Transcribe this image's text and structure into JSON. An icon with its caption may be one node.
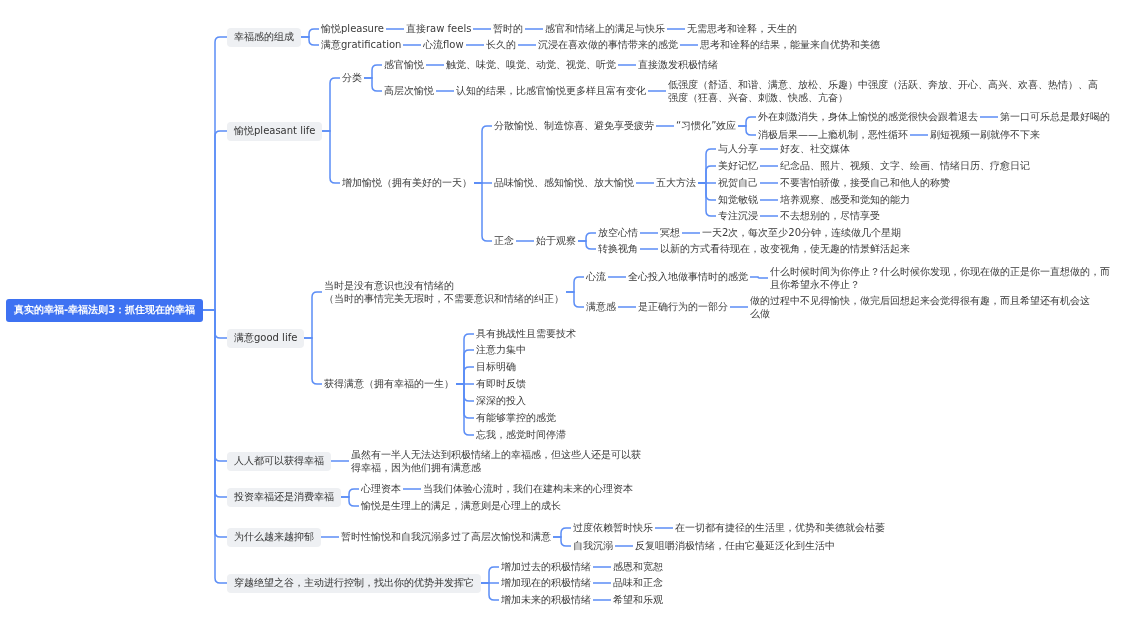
{
  "diagram": {
    "nodes": [
      {
        "text": [
          "真实的幸福-幸福法则3：抓住现在的幸福"
        ]
      },
      {
        "text": [
          "幸福感的组成"
        ]
      },
      {
        "text": [
          "愉悦pleasure"
        ]
      },
      {
        "text": [
          "直接raw feels"
        ]
      },
      {
        "text": [
          "暂时的"
        ]
      },
      {
        "text": [
          "感官和情绪上的满足与快乐"
        ]
      },
      {
        "text": [
          "无需思考和诠释，天生的"
        ]
      },
      {
        "text": [
          "满意gratification"
        ]
      },
      {
        "text": [
          "心流flow"
        ]
      },
      {
        "text": [
          "长久的"
        ]
      },
      {
        "text": [
          "沉浸在喜欢做的事情带来的感觉"
        ]
      },
      {
        "text": [
          "思考和诠释的结果，能量来自优势和美德"
        ]
      },
      {
        "text": [
          "愉悦pleasant life"
        ]
      },
      {
        "text": [
          "分类"
        ]
      },
      {
        "text": [
          "感官愉悦"
        ]
      },
      {
        "text": [
          "触觉、味觉、嗅觉、动觉、视觉、听觉"
        ]
      },
      {
        "text": [
          "直接激发积极情绪"
        ]
      },
      {
        "text": [
          "高层次愉悦"
        ]
      },
      {
        "text": [
          "认知的结果，比感官愉悦更多样且富有变化"
        ]
      },
      {
        "text": [
          "低强度（舒适、和谐、满意、放松、乐趣）中强度（活跃、奔放、开心、高兴、欢喜、热情）、高强度（狂喜、兴奋、刺激、快感、亢奋）"
        ]
      },
      {
        "text": [
          "增加愉悦（拥有美好的一天）"
        ]
      },
      {
        "text": [
          "分散愉悦、制造惊喜、避免享受疲劳"
        ]
      },
      {
        "text": [
          "“习惯化”效应"
        ]
      },
      {
        "text": [
          "外在刺激消失，身体上愉悦的感觉很快会跟着退去"
        ]
      },
      {
        "text": [
          "第一口可乐总是最好喝的"
        ]
      },
      {
        "text": [
          "消极后果——上瘾机制，恶性循环"
        ]
      },
      {
        "text": [
          "刷短视频一刷就停不下来"
        ]
      },
      {
        "text": [
          "品味愉悦、感知愉悦、放大愉悦"
        ]
      },
      {
        "text": [
          "五大方法"
        ]
      },
      {
        "text": [
          "与人分享"
        ]
      },
      {
        "text": [
          "好友、社交媒体"
        ]
      },
      {
        "text": [
          "美好记忆"
        ]
      },
      {
        "text": [
          "纪念品、照片、视频、文字、绘画、情绪日历、疗愈日记"
        ]
      },
      {
        "text": [
          "祝贺自己"
        ]
      },
      {
        "text": [
          "不要害怕骄傲，接受自己和他人的称赞"
        ]
      },
      {
        "text": [
          "知觉敏锐"
        ]
      },
      {
        "text": [
          "培养观察、感受和觉知的能力"
        ]
      },
      {
        "text": [
          "专注沉浸"
        ]
      },
      {
        "text": [
          "不去想别的，尽情享受"
        ]
      },
      {
        "text": [
          "正念"
        ]
      },
      {
        "text": [
          "始于观察"
        ]
      },
      {
        "text": [
          "放空心情"
        ]
      },
      {
        "text": [
          "冥想"
        ]
      },
      {
        "text": [
          "一天2次，每次至少20分钟，连续做几个星期"
        ]
      },
      {
        "text": [
          "转换视角"
        ]
      },
      {
        "text": [
          "以新的方式看待现在，改变视角，使无趣的情景鲜活起来"
        ]
      },
      {
        "text": [
          "满意good life"
        ]
      },
      {
        "text": [
          "当时是没有意识也没有情绪的",
          "（当时的事情完美无瑕时，不需要意识和情绪的纠正）"
        ]
      },
      {
        "text": [
          "心流"
        ]
      },
      {
        "text": [
          "全心投入地做事情时的感觉"
        ]
      },
      {
        "text": [
          "什么时候时间为你停止？什么时候你发现，你现在做的正是你一直想做的，而且你希望永不停止？"
        ]
      },
      {
        "text": [
          "满意感"
        ]
      },
      {
        "text": [
          "是正确行为的一部分"
        ]
      },
      {
        "text": [
          "做的过程中不见得愉快，做完后回想起来会觉得很有趣，而且希望还有机会这么做"
        ]
      },
      {
        "text": [
          "获得满意（拥有幸福的一生）"
        ]
      },
      {
        "text": [
          "具有挑战性且需要技术"
        ]
      },
      {
        "text": [
          "注意力集中"
        ]
      },
      {
        "text": [
          "目标明确"
        ]
      },
      {
        "text": [
          "有即时反馈"
        ]
      },
      {
        "text": [
          "深深的投入"
        ]
      },
      {
        "text": [
          "有能够掌控的感觉"
        ]
      },
      {
        "text": [
          "忘我，感觉时间停滞"
        ]
      },
      {
        "text": [
          "人人都可以获得幸福"
        ]
      },
      {
        "text": [
          "虽然有一半人无法达到积极情绪上的幸福感，但这些人还是可以获得幸福，因为他们拥有满意感"
        ]
      },
      {
        "text": [
          "投资幸福还是消费幸福"
        ]
      },
      {
        "text": [
          "心理资本"
        ]
      },
      {
        "text": [
          "当我们体验心流时，我们在建构未来的心理资本"
        ]
      },
      {
        "text": [
          "愉悦是生理上的满足，满意则是心理上的成长"
        ]
      },
      {
        "text": [
          "为什么越来越抑郁"
        ]
      },
      {
        "text": [
          "暂时性愉悦和自我沉溺多过了高层次愉悦和满意"
        ]
      },
      {
        "text": [
          "过度依赖暂时快乐"
        ]
      },
      {
        "text": [
          "在一切都有捷径的生活里，优势和美德就会枯萎"
        ]
      },
      {
        "text": [
          "自我沉溺"
        ]
      },
      {
        "text": [
          "反复咀嚼消极情绪，任由它蔓延泛化到生活中"
        ]
      },
      {
        "text": [
          "穿越绝望之谷，主动进行控制，找出你的优势并发挥它"
        ]
      },
      {
        "text": [
          "增加过去的积极情绪"
        ]
      },
      {
        "text": [
          "感恩和宽恕"
        ]
      },
      {
        "text": [
          "增加现在的积极情绪"
        ]
      },
      {
        "text": [
          "品味和正念"
        ]
      },
      {
        "text": [
          "增加未来的积极情绪"
        ]
      },
      {
        "text": [
          "希望和乐观"
        ]
      }
    ],
    "edges": [
      {
        "from": 0,
        "to": 1,
        "arrow": "none"
      },
      {
        "from": 0,
        "to": 12,
        "arrow": "none"
      },
      {
        "from": 0,
        "to": 46,
        "arrow": "none"
      },
      {
        "from": 0,
        "to": 62,
        "arrow": "none"
      },
      {
        "from": 0,
        "to": 64,
        "arrow": "none"
      },
      {
        "from": 0,
        "to": 68,
        "arrow": "none"
      },
      {
        "from": 0,
        "to": 74,
        "arrow": "none"
      },
      {
        "from": 1,
        "to": 2,
        "arrow": "none"
      },
      {
        "from": 2,
        "to": 3,
        "arrow": "none"
      },
      {
        "from": 3,
        "to": 4,
        "arrow": "none"
      },
      {
        "from": 4,
        "to": 5,
        "arrow": "none"
      },
      {
        "from": 5,
        "to": 6,
        "arrow": "none"
      },
      {
        "from": 1,
        "to": 7,
        "arrow": "none"
      },
      {
        "from": 7,
        "to": 8,
        "arrow": "none"
      },
      {
        "from": 8,
        "to": 9,
        "arrow": "none"
      },
      {
        "from": 9,
        "to": 10,
        "arrow": "none"
      },
      {
        "from": 10,
        "to": 11,
        "arrow": "none"
      },
      {
        "from": 12,
        "to": 13,
        "arrow": "none"
      },
      {
        "from": 13,
        "to": 14,
        "arrow": "none"
      },
      {
        "from": 14,
        "to": 15,
        "arrow": "none"
      },
      {
        "from": 15,
        "to": 16,
        "arrow": "none"
      },
      {
        "from": 13,
        "to": 17,
        "arrow": "none"
      },
      {
        "from": 17,
        "to": 18,
        "arrow": "none"
      },
      {
        "from": 18,
        "to": 19,
        "arrow": "none"
      },
      {
        "from": 12,
        "to": 20,
        "arrow": "none"
      },
      {
        "from": 20,
        "to": 21,
        "arrow": "none"
      },
      {
        "from": 21,
        "to": 22,
        "arrow": "none"
      },
      {
        "from": 22,
        "to": 23,
        "arrow": "none"
      },
      {
        "from": 23,
        "to": 24,
        "arrow": "none"
      },
      {
        "from": 22,
        "to": 25,
        "arrow": "none"
      },
      {
        "from": 25,
        "to": 26,
        "arrow": "none"
      },
      {
        "from": 20,
        "to": 27,
        "arrow": "none"
      },
      {
        "from": 27,
        "to": 28,
        "arrow": "none"
      },
      {
        "from": 28,
        "to": 29,
        "arrow": "none"
      },
      {
        "from": 29,
        "to": 30,
        "arrow": "none"
      },
      {
        "from": 28,
        "to": 31,
        "arrow": "none"
      },
      {
        "from": 31,
        "to": 32,
        "arrow": "none"
      },
      {
        "from": 28,
        "to": 33,
        "arrow": "none"
      },
      {
        "from": 33,
        "to": 34,
        "arrow": "none"
      },
      {
        "from": 28,
        "to": 35,
        "arrow": "none"
      },
      {
        "from": 35,
        "to": 36,
        "arrow": "none"
      },
      {
        "from": 28,
        "to": 37,
        "arrow": "none"
      },
      {
        "from": 37,
        "to": 38,
        "arrow": "none"
      },
      {
        "from": 20,
        "to": 39,
        "arrow": "none"
      },
      {
        "from": 39,
        "to": 40,
        "arrow": "none"
      },
      {
        "from": 40,
        "to": 41,
        "arrow": "none"
      },
      {
        "from": 41,
        "to": 42,
        "arrow": "none"
      },
      {
        "from": 42,
        "to": 43,
        "arrow": "none"
      },
      {
        "from": 40,
        "to": 44,
        "arrow": "none"
      },
      {
        "from": 44,
        "to": 45,
        "arrow": "none"
      },
      {
        "from": 46,
        "to": 47,
        "arrow": "none"
      },
      {
        "from": 47,
        "to": 48,
        "arrow": "none"
      },
      {
        "from": 48,
        "to": 49,
        "arrow": "none"
      },
      {
        "from": 49,
        "to": 50,
        "arrow": "none"
      },
      {
        "from": 47,
        "to": 51,
        "arrow": "none"
      },
      {
        "from": 51,
        "to": 52,
        "arrow": "none"
      },
      {
        "from": 52,
        "to": 53,
        "arrow": "none"
      },
      {
        "from": 46,
        "to": 54,
        "arrow": "none"
      },
      {
        "from": 54,
        "to": 55,
        "arrow": "none"
      },
      {
        "from": 54,
        "to": 56,
        "arrow": "none"
      },
      {
        "from": 54,
        "to": 57,
        "arrow": "none"
      },
      {
        "from": 54,
        "to": 58,
        "arrow": "none"
      },
      {
        "from": 54,
        "to": 59,
        "arrow": "none"
      },
      {
        "from": 54,
        "to": 60,
        "arrow": "none"
      },
      {
        "from": 54,
        "to": 61,
        "arrow": "none"
      },
      {
        "from": 62,
        "to": 63,
        "arrow": "none"
      },
      {
        "from": 64,
        "to": 65,
        "arrow": "none"
      },
      {
        "from": 65,
        "to": 66,
        "arrow": "none"
      },
      {
        "from": 64,
        "to": 67,
        "arrow": "none"
      },
      {
        "from": 68,
        "to": 69,
        "arrow": "none"
      },
      {
        "from": 69,
        "to": 70,
        "arrow": "none"
      },
      {
        "from": 70,
        "to": 71,
        "arrow": "none"
      },
      {
        "from": 69,
        "to": 72,
        "arrow": "none"
      },
      {
        "from": 72,
        "to": 73,
        "arrow": "none"
      },
      {
        "from": 74,
        "to": 75,
        "arrow": "none"
      },
      {
        "from": 75,
        "to": 76,
        "arrow": "none"
      },
      {
        "from": 74,
        "to": 77,
        "arrow": "none"
      },
      {
        "from": 77,
        "to": 78,
        "arrow": "none"
      },
      {
        "from": 74,
        "to": 79,
        "arrow": "none"
      },
      {
        "from": 79,
        "to": 80,
        "arrow": "none"
      }
    ]
  }
}
